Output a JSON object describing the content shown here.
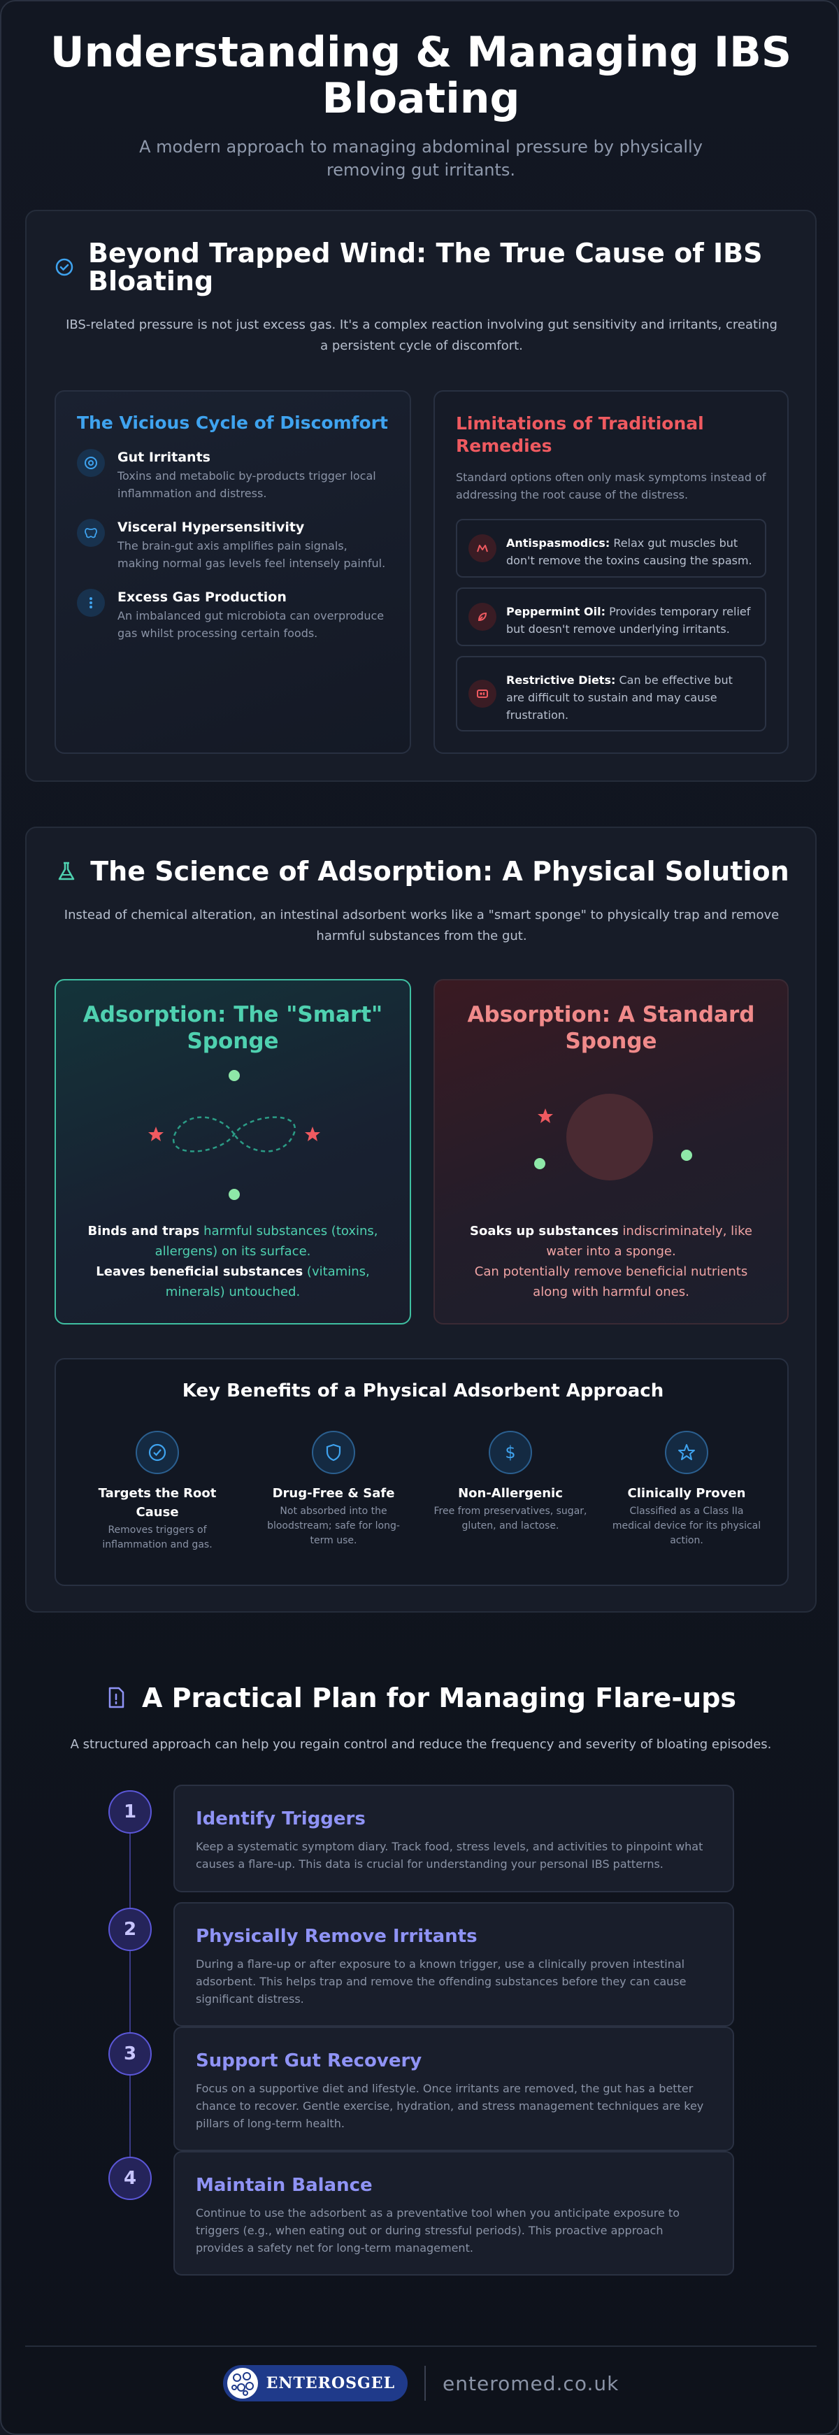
{
  "hero": {
    "title": "Understanding & Managing IBS Bloating",
    "subtitle": "A modern approach to managing abdominal pressure by physically removing gut irritants."
  },
  "section1": {
    "icon": "check-circle-icon",
    "title": "Beyond Trapped Wind: The True Cause of IBS Bloating",
    "intro": "IBS-related pressure is not just excess gas. It's a complex reaction involving gut sensitivity and irritants, creating a persistent cycle of discomfort.",
    "cycle": {
      "title": "The Vicious Cycle of Discomfort",
      "items": [
        {
          "icon": "target-icon",
          "name": "Gut Irritants",
          "desc": "Toxins and metabolic by-products trigger local inflammation and distress."
        },
        {
          "icon": "brain-icon",
          "name": "Visceral Hypersensitivity",
          "desc": "The brain-gut axis amplifies pain signals, making normal gas levels feel intensely painful."
        },
        {
          "icon": "dots-icon",
          "name": "Excess Gas Production",
          "desc": "An imbalanced gut microbiota can overproduce gas whilst processing certain foods."
        }
      ]
    },
    "limits": {
      "title": "Limitations of Traditional Remedies",
      "intro": "Standard options often only mask symptoms instead of addressing the root cause of the distress.",
      "items": [
        {
          "icon": "muscle-icon",
          "name": "Antispasmodics:",
          "desc": "Relax gut muscles but don't remove the toxins causing the spasm."
        },
        {
          "icon": "leaf-icon",
          "name": "Peppermint Oil:",
          "desc": "Provides temporary relief but doesn't remove underlying irritants."
        },
        {
          "icon": "diet-icon",
          "name": "Restrictive Diets:",
          "desc": "Can be effective but are difficult to sustain and may cause frustration."
        }
      ]
    }
  },
  "section2": {
    "icon": "flask-icon",
    "title": "The Science of Adsorption: A Physical Solution",
    "intro": "Instead of chemical alteration, an intestinal adsorbent works like a \"smart sponge\" to physically trap and remove harmful substances from the gut.",
    "adsorption": {
      "title": "Adsorption: The \"Smart\" Sponge",
      "line1_bold": "Binds and traps",
      "line1_rest": "harmful substances (toxins, allergens) on its surface.",
      "line2_bold": "Leaves beneficial substances",
      "line2_rest": "(vitamins, minerals) untouched.",
      "accent": "#4fd1b0"
    },
    "absorption": {
      "title": "Absorption: A Standard Sponge",
      "line1_bold": "Soaks up substances",
      "line1_rest": "indiscriminately, like water into a sponge.",
      "line2": "Can potentially remove beneficial nutrients along with harmful ones.",
      "accent": "#f08a8a"
    },
    "benefits": {
      "title": "Key Benefits of a Physical Adsorbent Approach",
      "items": [
        {
          "icon": "check-circle-icon",
          "name": "Targets the Root Cause",
          "desc": "Removes triggers of inflammation and gas."
        },
        {
          "icon": "shield-icon",
          "name": "Drug-Free & Safe",
          "desc": "Not absorbed into the bloodstream; safe for long-term use."
        },
        {
          "icon": "dollar-icon",
          "name": "Non-Allergenic",
          "desc": "Free from preservatives, sugar, gluten, and lactose."
        },
        {
          "icon": "star-icon",
          "name": "Clinically Proven",
          "desc": "Classified as a Class IIa medical device for its physical action."
        }
      ]
    }
  },
  "section3": {
    "icon": "clipboard-icon",
    "title": "A Practical Plan for Managing Flare-ups",
    "intro": "A structured approach can help you regain control and reduce the frequency and severity of bloating episodes.",
    "steps": [
      {
        "num": "1",
        "title": "Identify Triggers",
        "desc": "Keep a systematic symptom diary. Track food, stress levels, and activities to pinpoint what causes a flare-up. This data is crucial for understanding your personal IBS patterns."
      },
      {
        "num": "2",
        "title": "Physically Remove Irritants",
        "desc": "During a flare-up or after exposure to a known trigger, use a clinically proven intestinal adsorbent. This helps trap and remove the offending substances before they can cause significant distress."
      },
      {
        "num": "3",
        "title": "Support Gut Recovery",
        "desc": "Focus on a supportive diet and lifestyle. Once irritants are removed, the gut has a better chance to recover. Gentle exercise, hydration, and stress management techniques are key pillars of long-term health."
      },
      {
        "num": "4",
        "title": "Maintain Balance",
        "desc": "Continue to use the adsorbent as a preventative tool when you anticipate exposure to triggers (e.g., when eating out or during stressful periods). This proactive approach provides a safety net for long-term management."
      }
    ]
  },
  "footer": {
    "brand": "ENTEROSGEL",
    "site": "enteromed.co.uk"
  }
}
